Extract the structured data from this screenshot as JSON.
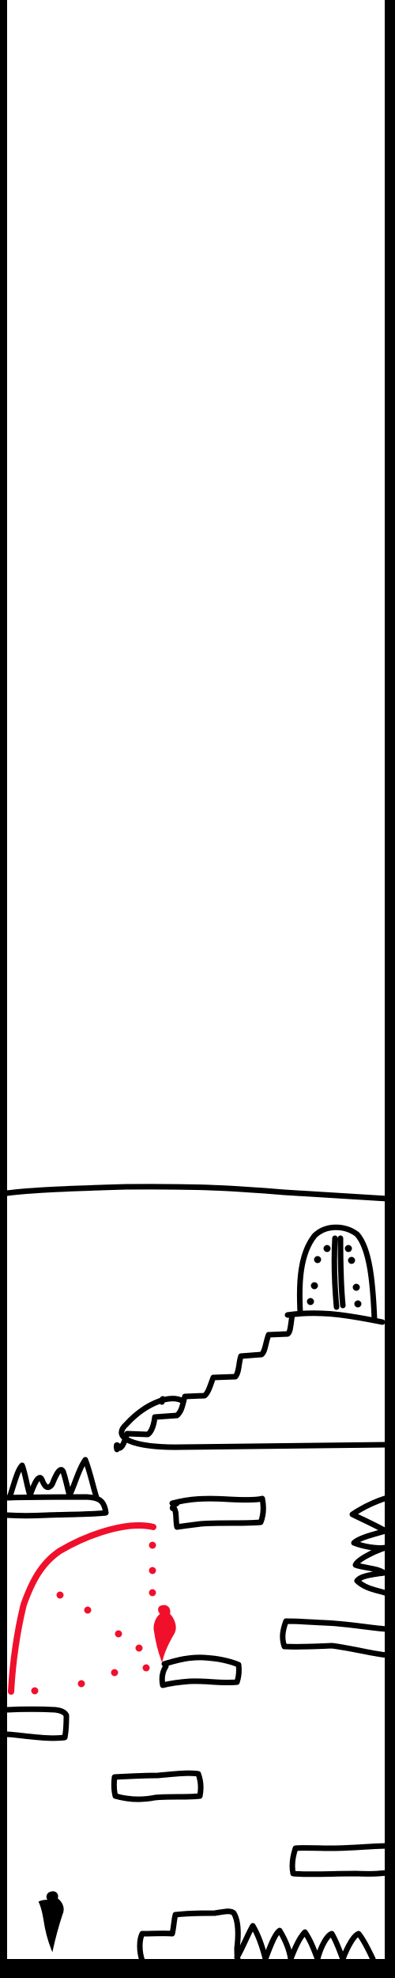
{
  "game": {
    "style": "hand-drawn doodle platformer",
    "colors": {
      "background": "#ffffff",
      "border": "#000000",
      "ink": "#000000",
      "player": "#f0102c",
      "trajectory": "#f0102c"
    },
    "entities": {
      "player": {
        "color": "red",
        "icon": "blob-character"
      },
      "npc": {
        "color": "black",
        "icon": "blob-character"
      },
      "exit_door": {
        "icon": "dotted-arched-door"
      },
      "spikes": {
        "icon": "spike-row"
      }
    },
    "platform_count": 9
  }
}
